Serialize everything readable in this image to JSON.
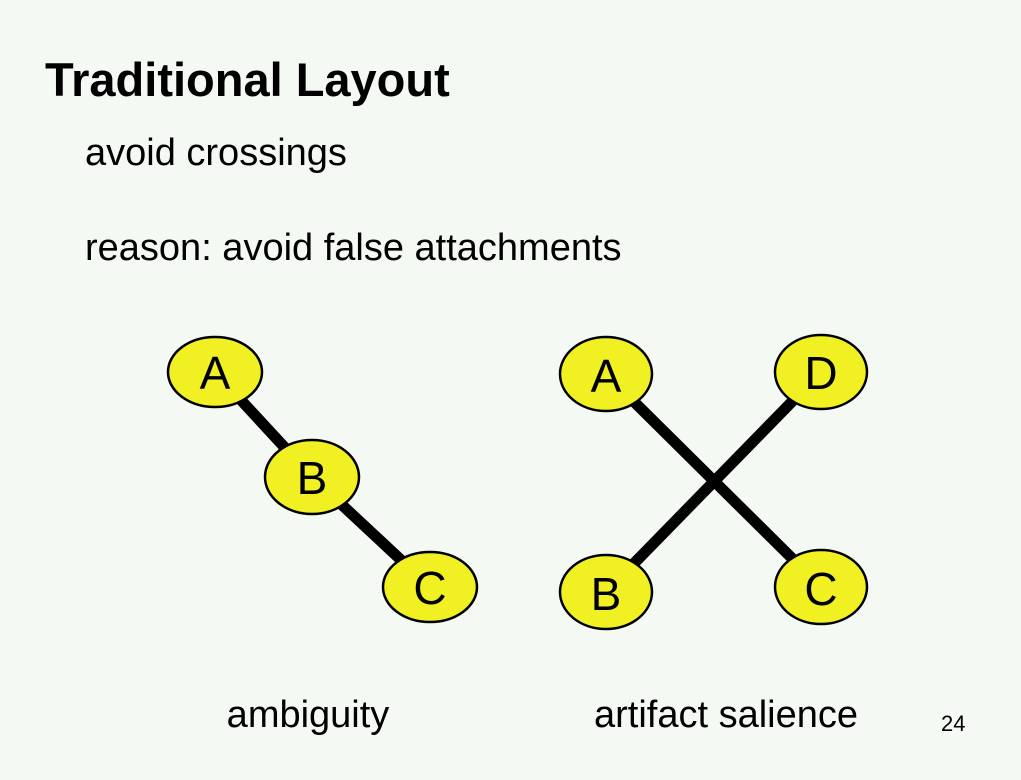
{
  "slide": {
    "title": "Traditional Layout",
    "bullets": {
      "line1": "avoid crossings",
      "line2": "reason: avoid false attachments"
    },
    "page_number": "24"
  },
  "colors": {
    "background": "#f4f9f3",
    "node_fill": "#f0f023",
    "node_stroke": "#000000",
    "edge": "#000000",
    "text": "#000000"
  },
  "diagrams": {
    "left": {
      "caption": "ambiguity",
      "type": "node-link chain",
      "nodes": {
        "a": {
          "label": "A"
        },
        "b": {
          "label": "B"
        },
        "c": {
          "label": "C"
        }
      },
      "edges": [
        "A-B",
        "B-C"
      ]
    },
    "right": {
      "caption": "artifact salience",
      "type": "node-link crossing",
      "nodes": {
        "a": {
          "label": "A"
        },
        "d": {
          "label": "D"
        },
        "b": {
          "label": "B"
        },
        "c": {
          "label": "C"
        }
      },
      "edges": [
        "A-C",
        "D-B"
      ]
    }
  }
}
